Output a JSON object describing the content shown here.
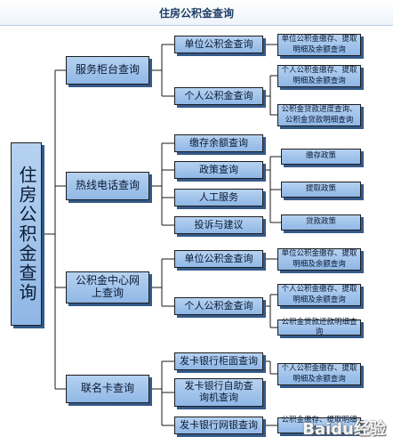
{
  "title": "住房公积金查询",
  "root": "住房公积金查询",
  "categories": [
    {
      "label": "服务柜台查询",
      "children": [
        {
          "label": "单位公积金查询",
          "details": [
            "单位公积金缴存、提取明细及余额查询"
          ]
        },
        {
          "label": "个人公积金查询",
          "details": [
            "个人公积金缴存、提取明细及余额查询",
            "公积金贷款进度查询、公积金贷款明细查询"
          ]
        }
      ]
    },
    {
      "label": "热线电话查询",
      "children": [
        {
          "label": "缴存余额查询",
          "details": []
        },
        {
          "label": "政策查询",
          "details": [
            "缴存政策",
            "提取政策",
            "贷款政策"
          ]
        },
        {
          "label": "人工服务",
          "details": []
        },
        {
          "label": "投诉与建议",
          "details": []
        }
      ]
    },
    {
      "label": "公积金中心网上查询",
      "children": [
        {
          "label": "单位公积金查询",
          "details": [
            "单位公积金缴存、提取明细及余额查询"
          ]
        },
        {
          "label": "个人公积金查询",
          "details": [
            "个人公积金缴存、提取明细及余额查询",
            "公积金贷款还款明细查询"
          ]
        }
      ]
    },
    {
      "label": "联名卡查询",
      "children": [
        {
          "label": "发卡银行柜面查询",
          "details": [
            "个人公积金缴存、提取明细及余额查询"
          ]
        },
        {
          "label": "发卡银行自助查询机查询",
          "details": []
        },
        {
          "label": "发卡银行网银查询",
          "details": [
            "公积金缴存、提取明细查询"
          ]
        }
      ]
    }
  ],
  "watermark": "Baidu经验"
}
